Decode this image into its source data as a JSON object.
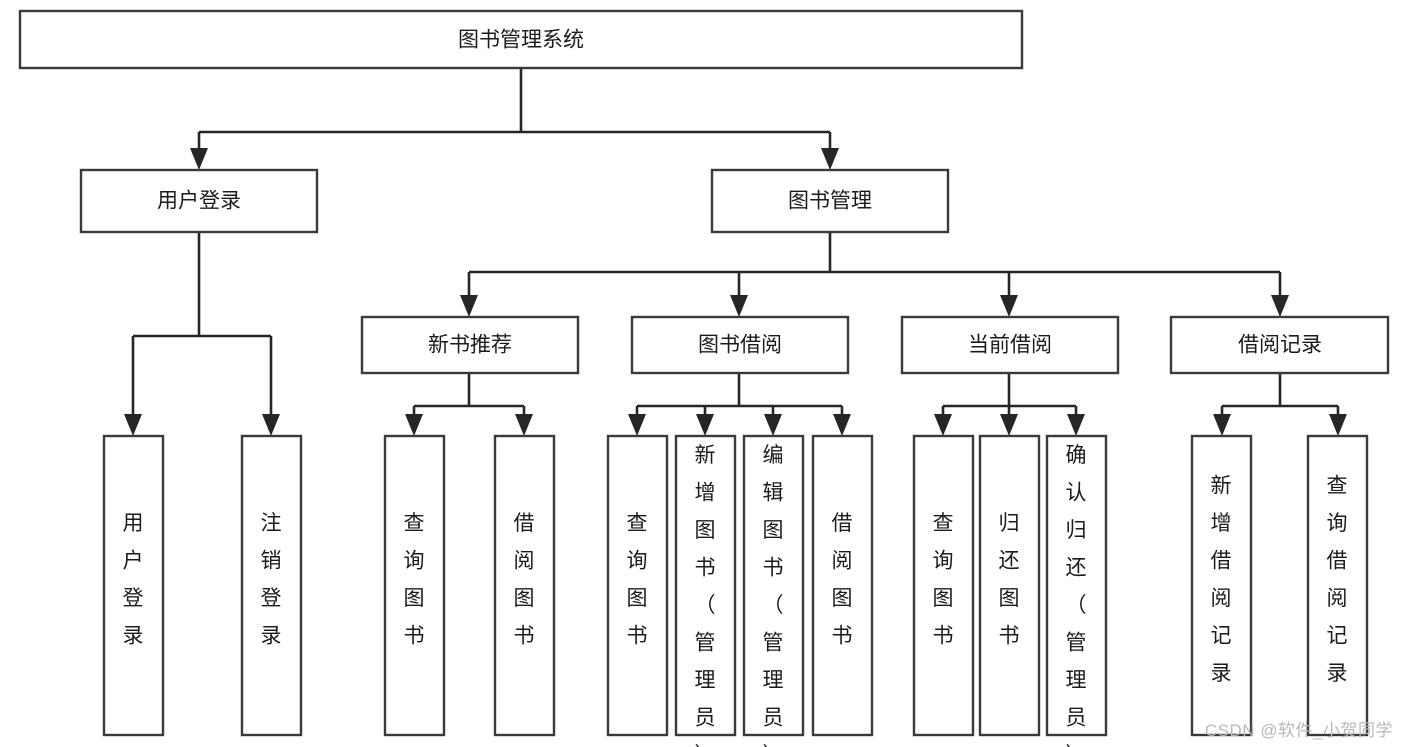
{
  "diagram": {
    "type": "tree-hierarchy",
    "title": "图书管理系统",
    "watermark": "CSDN @软件_小贺同学",
    "style": {
      "box_fill": "#ffffff",
      "box_stroke": "#3a3a3a",
      "connector_color": "#262626",
      "text_color": "#1b1b1b",
      "watermark_color": "#b9b9b9",
      "background": "#ffffff"
    },
    "levels": [
      {
        "level": 1,
        "nodes": [
          {
            "id": "root",
            "label": "图书管理系统",
            "orientation": "horizontal"
          }
        ]
      },
      {
        "level": 2,
        "nodes": [
          {
            "id": "login",
            "label": "用户登录",
            "orientation": "horizontal",
            "parent": "root"
          },
          {
            "id": "bookmgmt",
            "label": "图书管理",
            "orientation": "horizontal",
            "parent": "root"
          }
        ]
      },
      {
        "level": 3,
        "nodes": [
          {
            "id": "newbook",
            "label": "新书推荐",
            "orientation": "horizontal",
            "parent": "bookmgmt"
          },
          {
            "id": "borrow",
            "label": "图书借阅",
            "orientation": "horizontal",
            "parent": "bookmgmt"
          },
          {
            "id": "current",
            "label": "当前借阅",
            "orientation": "horizontal",
            "parent": "bookmgmt"
          },
          {
            "id": "record",
            "label": "借阅记录",
            "orientation": "horizontal",
            "parent": "bookmgmt"
          }
        ]
      },
      {
        "level": 4,
        "nodes": [
          {
            "id": "leaf1",
            "label": "用户登录",
            "orientation": "vertical",
            "parent": "login",
            "align": "middle"
          },
          {
            "id": "leaf2",
            "label": "注销登录",
            "orientation": "vertical",
            "parent": "login",
            "align": "middle"
          },
          {
            "id": "leaf3",
            "label": "查询图书",
            "orientation": "vertical",
            "parent": "newbook",
            "align": "middle"
          },
          {
            "id": "leaf4",
            "label": "借阅图书",
            "orientation": "vertical",
            "parent": "newbook",
            "align": "middle"
          },
          {
            "id": "leaf5",
            "label": "查询图书",
            "orientation": "vertical",
            "parent": "borrow",
            "align": "middle"
          },
          {
            "id": "leaf6",
            "label": "新增图书（管理员）",
            "orientation": "vertical",
            "parent": "borrow",
            "align": "top"
          },
          {
            "id": "leaf7",
            "label": "编辑图书（管理员）",
            "orientation": "vertical",
            "parent": "borrow",
            "align": "top"
          },
          {
            "id": "leaf8",
            "label": "借阅图书",
            "orientation": "vertical",
            "parent": "borrow",
            "align": "middle"
          },
          {
            "id": "leaf9",
            "label": "查询图书",
            "orientation": "vertical",
            "parent": "current",
            "align": "middle"
          },
          {
            "id": "leaf10",
            "label": "归还图书",
            "orientation": "vertical",
            "parent": "current",
            "align": "middle"
          },
          {
            "id": "leaf11",
            "label": "确认归还（管理员）",
            "orientation": "vertical",
            "parent": "current",
            "align": "top"
          },
          {
            "id": "leaf12",
            "label": "新增借阅记录",
            "orientation": "vertical",
            "parent": "record",
            "align": "middle"
          },
          {
            "id": "leaf13",
            "label": "查询借阅记录",
            "orientation": "vertical",
            "parent": "record",
            "align": "middle"
          }
        ]
      }
    ]
  }
}
